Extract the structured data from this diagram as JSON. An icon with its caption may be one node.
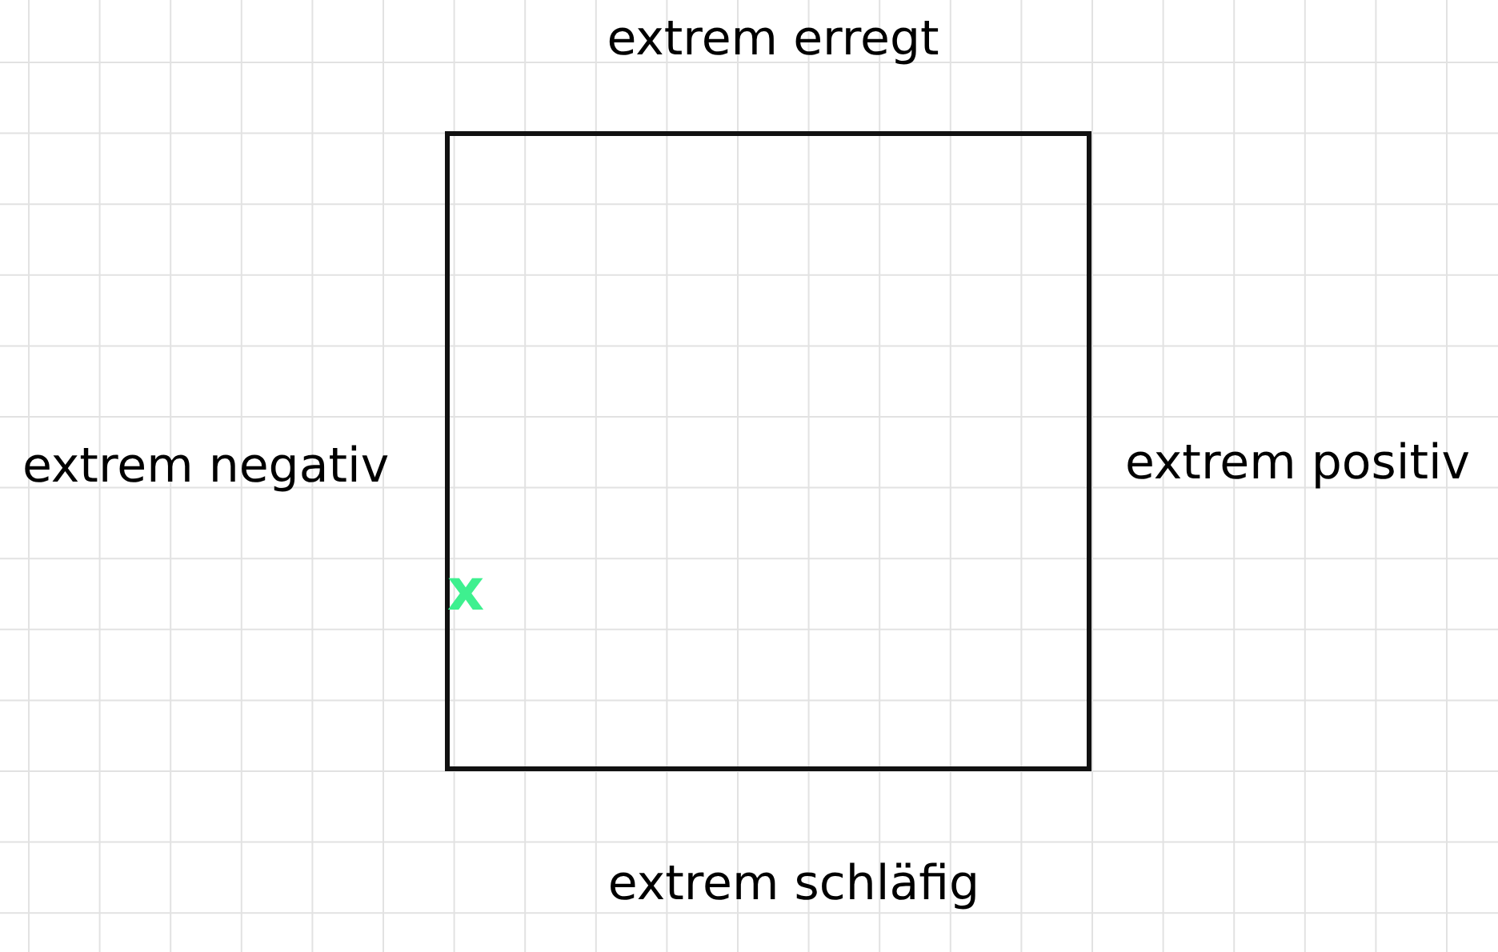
{
  "diagram": {
    "nodes": [
      {
        "text": [],
        "shape": "box"
      }
    ],
    "labels": [
      "extrem erregt",
      "extrem negativ",
      "extrem positiv",
      "x",
      "extrem schläfig"
    ]
  }
}
